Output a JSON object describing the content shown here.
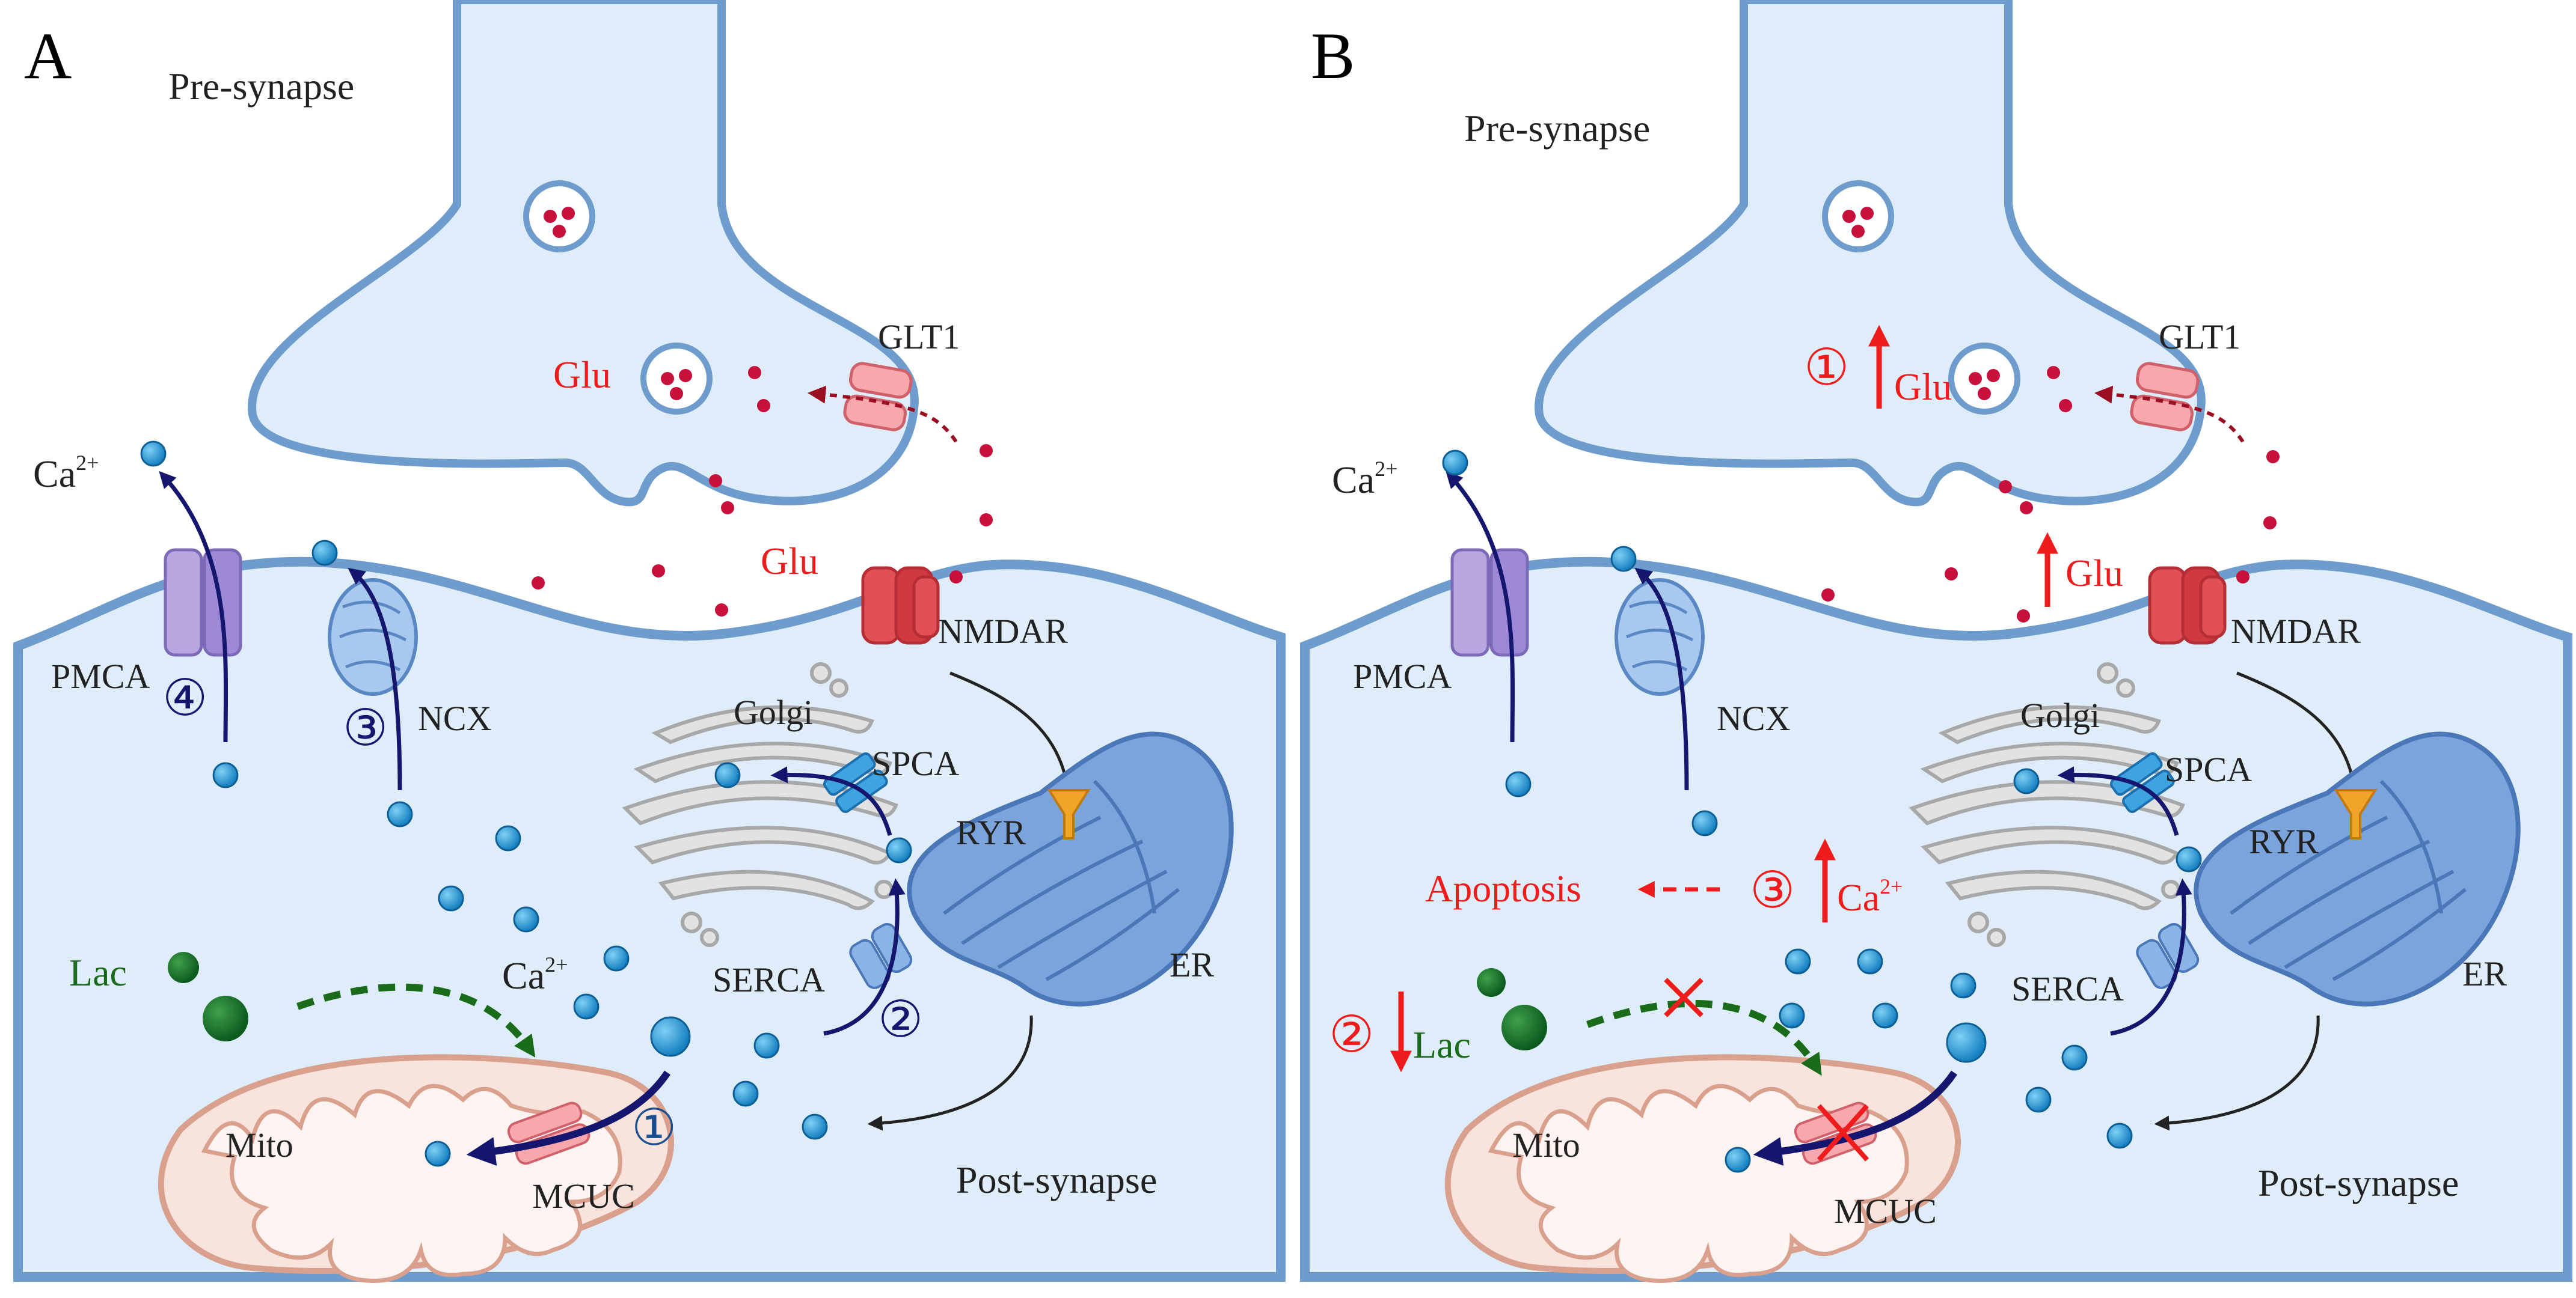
{
  "panels": [
    {
      "letter": "A",
      "pre_synapse": "Pre-synapse",
      "post_synapse": "Post-synapse",
      "glu_vesicle_label": "Glu",
      "glu_cleft_label": "Glu",
      "glt1": "GLT1",
      "nmdar": "NMDAR",
      "pmca": "PMCA",
      "ncx": "NCX",
      "golgi": "Golgi",
      "spca": "SPCA",
      "ryr": "RYR",
      "serca": "SERCA",
      "er": "ER",
      "mito": "Mito",
      "mcuc": "MCUC",
      "lac": "Lac",
      "ca_top": "Ca",
      "ca_mid": "Ca",
      "ca_charge": "2+",
      "steps": [
        "①",
        "②",
        "③",
        "④"
      ]
    },
    {
      "letter": "B",
      "pre_synapse": "Pre-synapse",
      "post_synapse": "Post-synapse",
      "glu_vesicle_label": "Glu",
      "glu_cleft_label": "Glu",
      "glt1": "GLT1",
      "nmdar": "NMDAR",
      "pmca": "PMCA",
      "ncx": "NCX",
      "golgi": "Golgi",
      "spca": "SPCA",
      "ryr": "RYR",
      "serca": "SERCA",
      "er": "ER",
      "mito": "Mito",
      "mcuc": "MCUC",
      "lac": "Lac",
      "ca_top": "Ca",
      "ca_mid": "Ca",
      "ca_charge": "2+",
      "apoptosis": "Apoptosis",
      "steps": [
        "①",
        "②",
        "③"
      ]
    }
  ],
  "colors": {
    "cytoplasm": "#deedf9",
    "membrane": "#6e9ccc",
    "calcium": "#1f9ad6",
    "glutamate": "#c8103c",
    "arrow": "#15166e",
    "highlight": "#ee1c1c",
    "lactate": "#1a6b1a"
  }
}
